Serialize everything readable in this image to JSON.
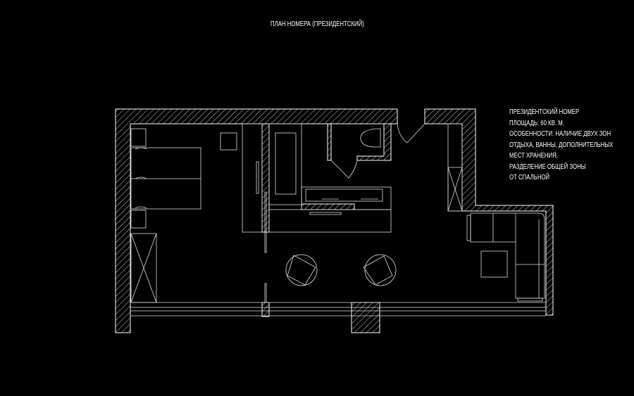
{
  "title": "ПЛАН НОМЕРА (ПРЕЗИДЕНТСКИЙ)",
  "description": {
    "lines": [
      "ПРЕЗИДЕНТСКИЙ НОМЕР",
      "ПЛОЩАДЬ: 60 КВ. М.",
      "ОСОБЕННОСТИ: НАЛИЧИЕ ДВУХ ЗОН",
      "ОТДЫХА, ВАННЫ, ДОПОЛНИТЕЛЬНЫХ",
      "МЕСТ ХРАНЕНИЯ,",
      "РАЗДЕЛЕНИЕ ОБЩЕЙ ЗОНЫ",
      "ОТ СПАЛЬНОЙ"
    ]
  },
  "colors": {
    "background": "#000000",
    "lines": "#ffffff"
  }
}
